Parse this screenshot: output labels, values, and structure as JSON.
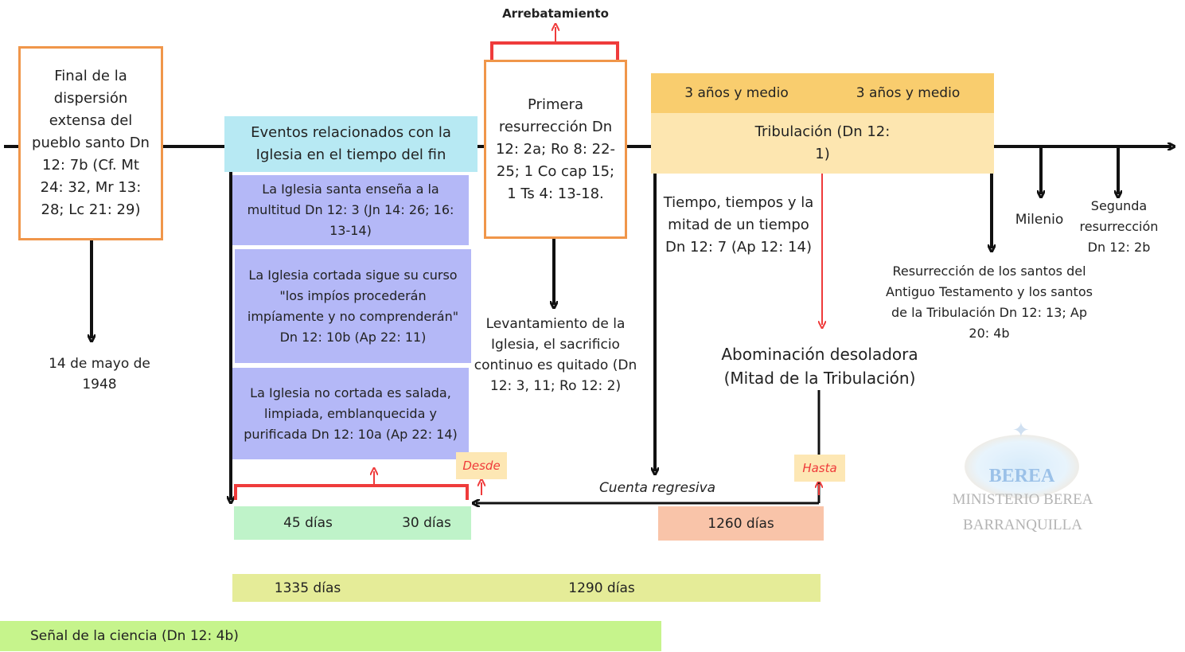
{
  "rapture_label": "Arrebatamiento",
  "dispersion_box": "Final de la dispersión extensa del pueblo santo Dn 12: 7b (Cf. Mt 24: 32, Mr 13: 28; Lc 21: 29)",
  "date_1948": "14 de mayo de 1948",
  "church_header": "Eventos relacionados con la Iglesia en el tiempo del fin",
  "church_events": [
    "La Iglesia santa enseña a la multitud Dn 12: 3 (Jn 14: 26; 16: 13-14)",
    "La Iglesia cortada sigue su curso \"los impíos procederán impíamente y no comprenderán\" Dn 12: 10b (Ap 22: 11)",
    "La Iglesia no cortada es salada, limpiada, emblanquecida y purificada Dn 12: 10a (Ap 22: 14)"
  ],
  "first_resurrection": "Primera resurrección Dn 12: 2a; Ro 8: 22-25; 1 Co cap 15; 1 Ts 4: 13-18.",
  "sacrifice_removed": "Levantamiento de la Iglesia, el sacrificio continuo es quitado (Dn 12: 3, 11; Ro 12: 2)",
  "half_a": "3 años y medio",
  "half_b": "3 años y medio",
  "tribulation": "Tribulación (Dn 12: 1)",
  "time_times": "Tiempo, tiempos y la mitad de un tiempo Dn 12: 7 (Ap 12: 14)",
  "abomination": "Abominación desoladora (Mitad de la Tribulación)",
  "millennium": "Milenio",
  "second_resurrection": "Segunda resurrección Dn 12: 2b",
  "ot_resurrection": "Resurrección de los santos del Antiguo Testamento y los santos de la Tribulación Dn 12: 13; Ap 20: 4b",
  "desde": "Desde",
  "hasta": "Hasta",
  "countdown": "Cuenta regresiva",
  "days_45": "45 días",
  "days_30": "30 días",
  "days_1260": "1260 días",
  "days_1335": "1335 días",
  "days_1290": "1290 días",
  "science_sign": "Señal de la ciencia (Dn 12: 4b)",
  "watermark": {
    "logo": "BEREA",
    "line1": "MINISTERIO BEREA",
    "line2": "BARRANQUILLA"
  },
  "colors": {
    "orange_border": "#f0964a",
    "red": "#ef3b3b",
    "purple": "#b4b8f7",
    "cyan": "#b7e9f3",
    "amber": "#f9cd6e",
    "tan": "#fde6b0",
    "mint": "#bff3c9",
    "salmon": "#f9c4a9",
    "olive": "#e5ec98",
    "lime": "#c6f48c"
  }
}
